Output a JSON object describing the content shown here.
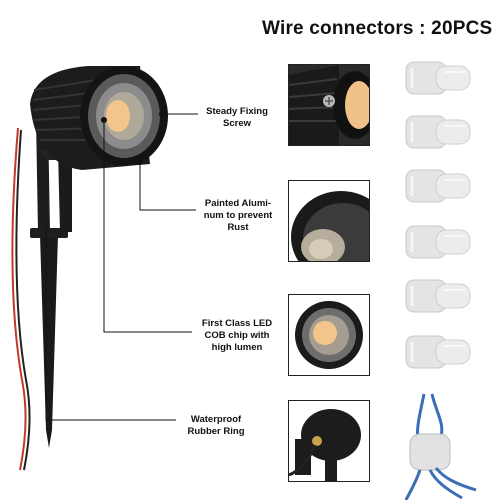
{
  "header": {
    "title": "Wire connectors : 20PCS"
  },
  "callouts": [
    {
      "name": "steady-fixing-screw",
      "line1": "Steady Fixing",
      "line2": "Screw",
      "line3": ""
    },
    {
      "name": "painted-aluminum",
      "line1": "Painted Alumi-",
      "line2": "num to prevent",
      "line3": "Rust"
    },
    {
      "name": "first-class-led",
      "line1": "First Class LED",
      "line2": "COB chip with",
      "line3": "high lumen"
    },
    {
      "name": "waterproof-rubber-ring",
      "line1": "Waterproof",
      "line2": "Rubber Ring",
      "line3": ""
    }
  ],
  "colors": {
    "lamp_body": "#1c1c1c",
    "led_glow": "#f3c58a",
    "wire_blue": "#3a6fb8",
    "connector": "#e4e4e4"
  },
  "connectors": {
    "count_shown": 6
  }
}
